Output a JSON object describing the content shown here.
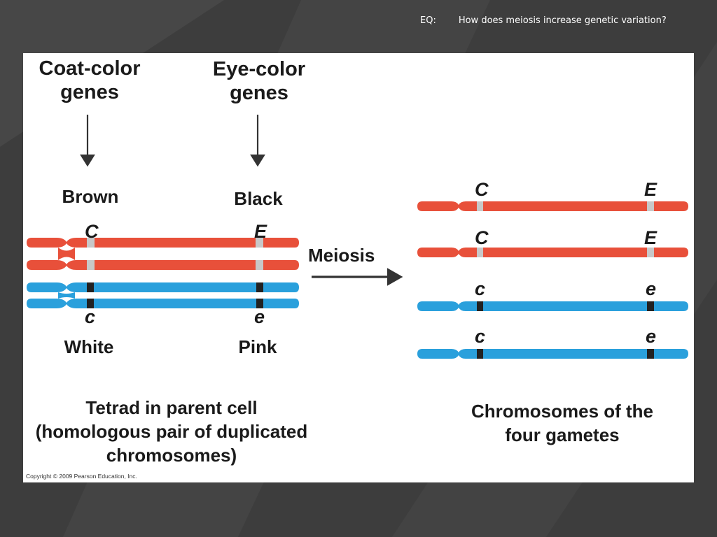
{
  "slide": {
    "eq_label": "EQ:",
    "eq_text": "How  does meiosis increase genetic variation?"
  },
  "figure": {
    "coat_gene_label": "Coat-color genes",
    "eye_gene_label": "Eye-color genes",
    "dominant_coat_trait": "Brown",
    "dominant_eye_trait": "Black",
    "recessive_coat_trait": "White",
    "recessive_eye_trait": "Pink",
    "allele_coat_dominant": "C",
    "allele_eye_dominant": "E",
    "allele_coat_recessive": "c",
    "allele_eye_recessive": "e",
    "process_label": "Meiosis",
    "parent_caption": "Tetrad in parent cell (homologous pair of duplicated chromosomes)",
    "gametes_caption": "Chromosomes of the four gametes",
    "copyright": "Copyright © 2009 Pearson Education, Inc.",
    "gametes": [
      {
        "coat": "C",
        "eye": "E"
      },
      {
        "coat": "C",
        "eye": "E"
      },
      {
        "coat": "c",
        "eye": "e"
      },
      {
        "coat": "c",
        "eye": "e"
      }
    ]
  },
  "colors": {
    "background": "#3d3d3d",
    "panel": "#ffffff",
    "red_chromosome": "#e8503a",
    "blue_chromosome": "#2aa0dc",
    "dominant_band": "#c8c8c8",
    "recessive_band": "#222222",
    "arrow": "#333333"
  }
}
